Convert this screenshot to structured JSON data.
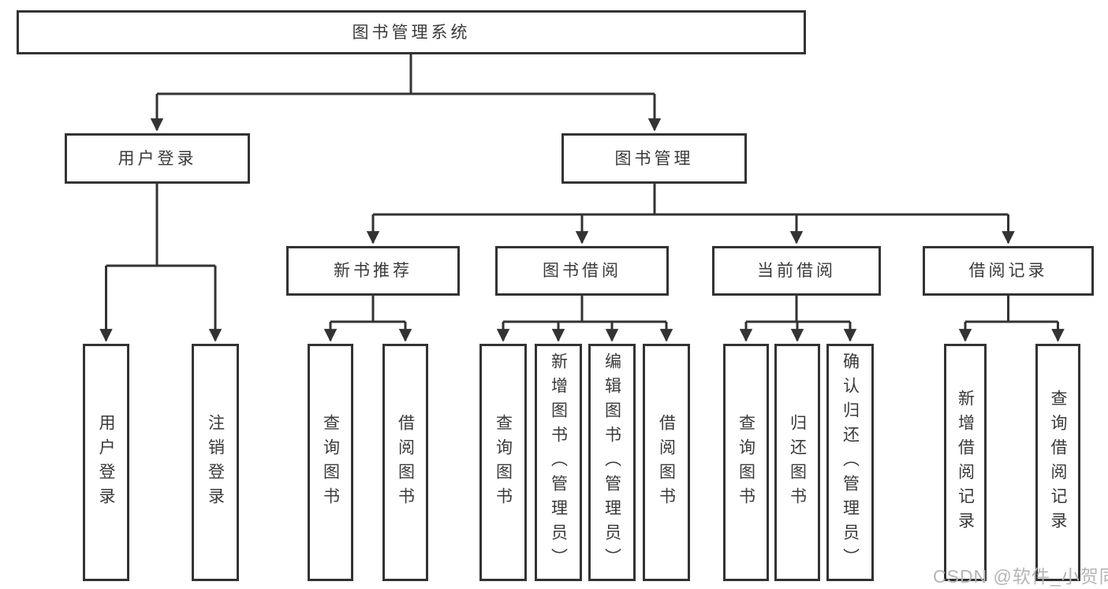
{
  "diagram": {
    "type": "function-tree",
    "root": {
      "label": "图书管理系统"
    },
    "level1": [
      {
        "label": "用户登录",
        "children": [
          {
            "label": "用户登录"
          },
          {
            "label": "注销登录"
          }
        ]
      },
      {
        "label": "图书管理",
        "children": [
          {
            "label": "新书推荐",
            "children": [
              {
                "label": "查询图书"
              },
              {
                "label": "借阅图书"
              }
            ]
          },
          {
            "label": "图书借阅",
            "children": [
              {
                "label": "查询图书"
              },
              {
                "label": "新增图书（管理员）"
              },
              {
                "label": "编辑图书（管理员）"
              },
              {
                "label": "借阅图书"
              }
            ]
          },
          {
            "label": "当前借阅",
            "children": [
              {
                "label": "查询图书"
              },
              {
                "label": "归还图书"
              },
              {
                "label": "确认归还（管理员）"
              }
            ]
          },
          {
            "label": "借阅记录",
            "children": [
              {
                "label": "新增借阅记录"
              },
              {
                "label": "查询借阅记录"
              }
            ]
          }
        ]
      }
    ],
    "watermark": "CSDN @软件_小贺同学",
    "colors": {
      "line": "#333333",
      "text": "#3a3a3a",
      "box_background": "#ffffff",
      "watermark": "#b5b5b5",
      "background": "#ffffff"
    }
  }
}
